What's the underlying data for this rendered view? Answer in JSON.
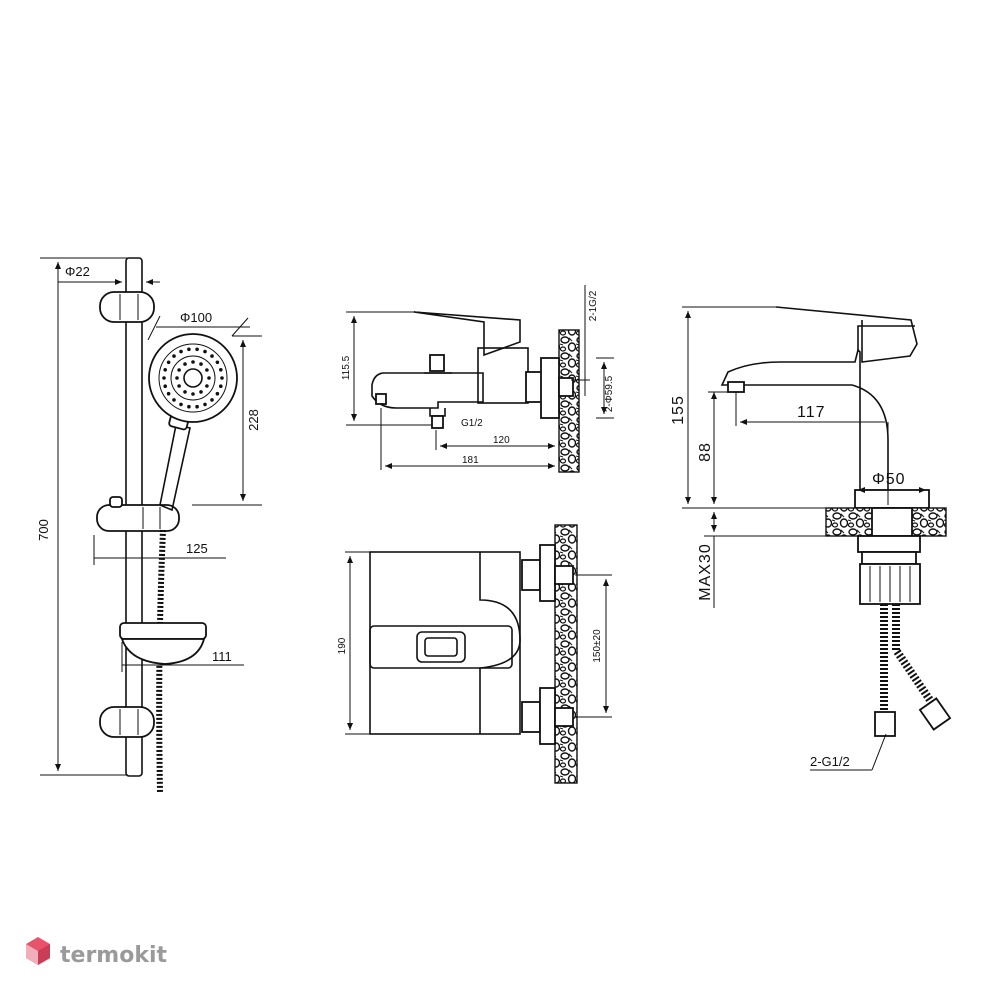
{
  "watermark": {
    "text": "termokit",
    "logo_icon": "cube-logo-icon",
    "logo_color": "#e8526b"
  },
  "shower_rail": {
    "dim_diameter_rail": "Φ22",
    "dim_diameter_head": "Φ100",
    "dim_height": "700",
    "dim_head_height": "228",
    "dim_holder_offset": "125",
    "dim_soap_dish": "111"
  },
  "bath_mixer_side": {
    "dim_height": "115.5",
    "dim_outlet": "G1/2",
    "dim_wall_distance": "120",
    "dim_total_length": "181",
    "dim_inlet_thread": "2-1G/2",
    "dim_flange": "2-Φ59.5"
  },
  "bath_mixer_top": {
    "dim_width": "190",
    "dim_center_distance": "150±20"
  },
  "basin_mixer": {
    "dim_height": "155",
    "dim_spout_reach": "117",
    "dim_spout_height": "88",
    "dim_base_diameter": "Φ50",
    "dim_max_thickness": "MAX30",
    "dim_hose_thread": "2-G1/2"
  }
}
